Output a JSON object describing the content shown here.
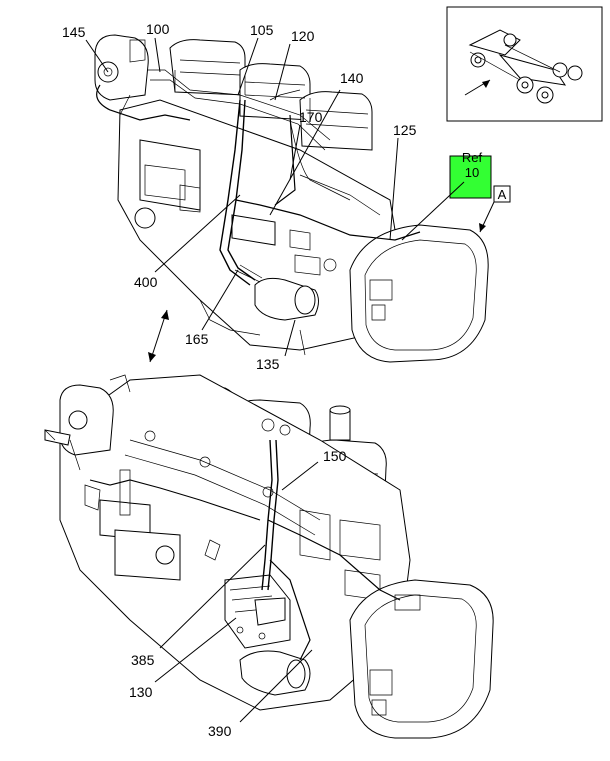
{
  "diagram": {
    "callouts": {
      "c145": "145",
      "c100": "100",
      "c105": "105",
      "c120": "120",
      "c140": "140",
      "c170": "170",
      "c125": "125",
      "c400": "400",
      "c165": "165",
      "c135": "135",
      "c150": "150",
      "c385": "385",
      "c130": "130",
      "c390": "390"
    },
    "ref_box": {
      "line1": "Ref",
      "line2": "10",
      "color": "#33ff33"
    },
    "view_marker": "A"
  }
}
